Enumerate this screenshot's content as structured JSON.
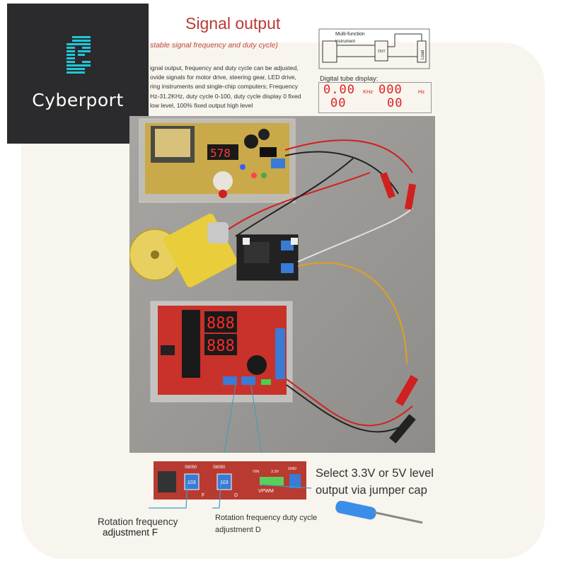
{
  "logo": {
    "text": "Cyberport"
  },
  "header": {
    "title": "Signal output",
    "subtitle": "stable signal frequency and duty cycle)",
    "description_lines": [
      "ignal output, frequency and duty cycle can be adjusted,",
      "ovide signals for motor drive, steering gear, LED drive,",
      "ring instruments and single-chip computers; Frequency",
      "Hz-31.2KHz, duty cycle 0-100, duty cycle display 0 fixed",
      "low level, 100% fixed output high level"
    ]
  },
  "diagram": {
    "label": "Multi-function",
    "label2": "instrument",
    "out_label": "OUT",
    "load_label": "Load",
    "display_label": "Digital tube display:",
    "display": {
      "freq_top": "0.00",
      "freq_bottom": "00",
      "freq_unit": "KHz",
      "hz_top": "000",
      "hz_bottom": "00",
      "hz_unit": "Hz"
    }
  },
  "photo": {
    "display_value": "578"
  },
  "strip": {
    "chip1": "S8050",
    "chip2": "S8050",
    "pot1": "103",
    "pot2": "103",
    "label_f": "F",
    "label_d": "D",
    "vin": "VIN",
    "v33": "3.3V",
    "vpwm": "VPWM",
    "gnd": "GND"
  },
  "captions": {
    "jumper_line1": "Select 3.3V or 5V level",
    "jumper_line2": "output via jumper cap",
    "rotation_f_line1": "Rotation frequency",
    "rotation_f_line2": "adjustment F",
    "rotation_d_line1": "Rotation frequency duty cycle",
    "rotation_d_line2": "adjustment D"
  },
  "colors": {
    "accent_red": "#b93a32",
    "logo_bg": "#2b2a2c",
    "logo_cyan": "#1ec8d8",
    "pcb_red": "#c8322a"
  }
}
